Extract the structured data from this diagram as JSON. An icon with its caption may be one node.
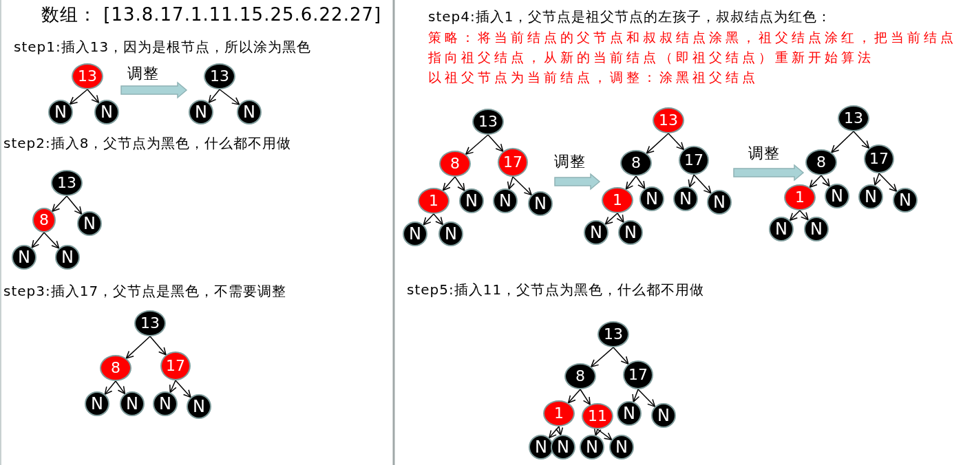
{
  "diagram": {
    "title": "数组： [13.8.17.1.11.15.25.6.22.27]",
    "nodes": [
      {
        "text": [
          "13"
        ]
      },
      {
        "text": [
          "N"
        ]
      },
      {
        "text": [
          "N"
        ]
      },
      {
        "text": [
          "13"
        ]
      },
      {
        "text": [
          "N"
        ]
      },
      {
        "text": [
          "N"
        ]
      },
      {
        "text": [
          "13"
        ]
      },
      {
        "text": [
          "8"
        ]
      },
      {
        "text": [
          "N"
        ]
      },
      {
        "text": [
          "N"
        ]
      },
      {
        "text": [
          "N"
        ]
      },
      {
        "text": [
          "13"
        ]
      },
      {
        "text": [
          "8"
        ]
      },
      {
        "text": [
          "17"
        ]
      },
      {
        "text": [
          "N"
        ]
      },
      {
        "text": [
          "N"
        ]
      },
      {
        "text": [
          "N"
        ]
      },
      {
        "text": [
          "N"
        ]
      },
      {
        "text": [
          "13"
        ]
      },
      {
        "text": [
          "8"
        ]
      },
      {
        "text": [
          "17"
        ]
      },
      {
        "text": [
          "1"
        ]
      },
      {
        "text": [
          "N"
        ]
      },
      {
        "text": [
          "N"
        ]
      },
      {
        "text": [
          "N"
        ]
      },
      {
        "text": [
          "N"
        ]
      },
      {
        "text": [
          "N"
        ]
      },
      {
        "text": [
          "13"
        ]
      },
      {
        "text": [
          "8"
        ]
      },
      {
        "text": [
          "17"
        ]
      },
      {
        "text": [
          "1"
        ]
      },
      {
        "text": [
          "N"
        ]
      },
      {
        "text": [
          "N"
        ]
      },
      {
        "text": [
          "N"
        ]
      },
      {
        "text": [
          "N"
        ]
      },
      {
        "text": [
          "N"
        ]
      },
      {
        "text": [
          "13"
        ]
      },
      {
        "text": [
          "8"
        ]
      },
      {
        "text": [
          "17"
        ]
      },
      {
        "text": [
          "1"
        ]
      },
      {
        "text": [
          "N"
        ]
      },
      {
        "text": [
          "N"
        ]
      },
      {
        "text": [
          "N"
        ]
      },
      {
        "text": [
          "N"
        ]
      },
      {
        "text": [
          "N"
        ]
      },
      {
        "text": [
          "13"
        ]
      },
      {
        "text": [
          "8"
        ]
      },
      {
        "text": [
          "17"
        ]
      },
      {
        "text": [
          "1"
        ]
      },
      {
        "text": [
          "11"
        ]
      },
      {
        "text": [
          "N"
        ]
      },
      {
        "text": [
          "N"
        ]
      },
      {
        "text": [
          "N"
        ]
      },
      {
        "text": [
          "N"
        ]
      },
      {
        "text": [
          "N"
        ]
      },
      {
        "text": [
          "N"
        ]
      }
    ],
    "edges": [
      {
        "from": 0,
        "to": 1,
        "arrow": "to"
      },
      {
        "from": 0,
        "to": 2,
        "arrow": "to"
      },
      {
        "from": 3,
        "to": 4,
        "arrow": "to"
      },
      {
        "from": 3,
        "to": 5,
        "arrow": "to"
      },
      {
        "from": 6,
        "to": 7,
        "arrow": "to"
      },
      {
        "from": 6,
        "to": 8,
        "arrow": "to"
      },
      {
        "from": 7,
        "to": 9,
        "arrow": "to"
      },
      {
        "from": 7,
        "to": 10,
        "arrow": "to"
      },
      {
        "from": 11,
        "to": 12,
        "arrow": "to"
      },
      {
        "from": 11,
        "to": 13,
        "arrow": "to"
      },
      {
        "from": 12,
        "to": 14,
        "arrow": "to"
      },
      {
        "from": 12,
        "to": 15,
        "arrow": "to"
      },
      {
        "from": 13,
        "to": 16,
        "arrow": "to"
      },
      {
        "from": 13,
        "to": 17,
        "arrow": "to"
      },
      {
        "from": 18,
        "to": 19,
        "arrow": "to"
      },
      {
        "from": 18,
        "to": 20,
        "arrow": "to"
      },
      {
        "from": 19,
        "to": 21,
        "arrow": "to"
      },
      {
        "from": 19,
        "to": 22,
        "arrow": "to"
      },
      {
        "from": 20,
        "to": 23,
        "arrow": "to"
      },
      {
        "from": 20,
        "to": 24,
        "arrow": "to"
      },
      {
        "from": 21,
        "to": 25,
        "arrow": "to"
      },
      {
        "from": 21,
        "to": 26,
        "arrow": "to"
      },
      {
        "from": 27,
        "to": 28,
        "arrow": "to"
      },
      {
        "from": 27,
        "to": 29,
        "arrow": "to"
      },
      {
        "from": 28,
        "to": 30,
        "arrow": "to"
      },
      {
        "from": 28,
        "to": 31,
        "arrow": "to"
      },
      {
        "from": 29,
        "to": 32,
        "arrow": "to"
      },
      {
        "from": 29,
        "to": 33,
        "arrow": "to"
      },
      {
        "from": 30,
        "to": 34,
        "arrow": "to"
      },
      {
        "from": 30,
        "to": 35,
        "arrow": "to"
      },
      {
        "from": 36,
        "to": 37,
        "arrow": "to"
      },
      {
        "from": 36,
        "to": 38,
        "arrow": "to"
      },
      {
        "from": 37,
        "to": 39,
        "arrow": "to"
      },
      {
        "from": 37,
        "to": 40,
        "arrow": "to"
      },
      {
        "from": 38,
        "to": 41,
        "arrow": "to"
      },
      {
        "from": 38,
        "to": 42,
        "arrow": "to"
      },
      {
        "from": 39,
        "to": 43,
        "arrow": "to"
      },
      {
        "from": 39,
        "to": 44,
        "arrow": "to"
      },
      {
        "from": 2,
        "to": 4,
        "arrow": "to",
        "style": "thick",
        "label": "调整"
      },
      {
        "from": 24,
        "to": 30,
        "arrow": "to",
        "style": "thick",
        "label": "调整"
      },
      {
        "from": 33,
        "to": 37,
        "arrow": "to",
        "style": "thick",
        "label": "调整"
      },
      {
        "from": 45,
        "to": 46,
        "arrow": "to"
      },
      {
        "from": 45,
        "to": 47,
        "arrow": "to"
      },
      {
        "from": 46,
        "to": 48,
        "arrow": "to"
      },
      {
        "from": 46,
        "to": 49,
        "arrow": "to"
      },
      {
        "from": 47,
        "to": 50,
        "arrow": "to"
      },
      {
        "from": 47,
        "to": 51,
        "arrow": "to"
      },
      {
        "from": 48,
        "to": 52,
        "arrow": "to"
      },
      {
        "from": 48,
        "to": 53,
        "arrow": "to"
      },
      {
        "from": 49,
        "to": 54,
        "arrow": "to"
      },
      {
        "from": 49,
        "to": 55,
        "arrow": "to"
      }
    ],
    "labels": [
      "step1:插入13，因为是根节点，所以涂为黑色",
      "step2:插入8，父节点为黑色，什么都不用做",
      "step3:插入17，父节点是黑色，不需要调整",
      "step4:插入1，父节点是祖父节点的左孩子，叔叔结点为红色：",
      "策略：将当前结点的父节点和叔叔结点涂黑，祖父结点涂红，把当前结点指向祖父结点，从新的当前结点（即祖父结点）重新开始算法",
      "以祖父节点为当前结点，调整：涂黑祖父结点",
      "step5:插入11，父节点为黑色，什么都不用做"
    ]
  }
}
